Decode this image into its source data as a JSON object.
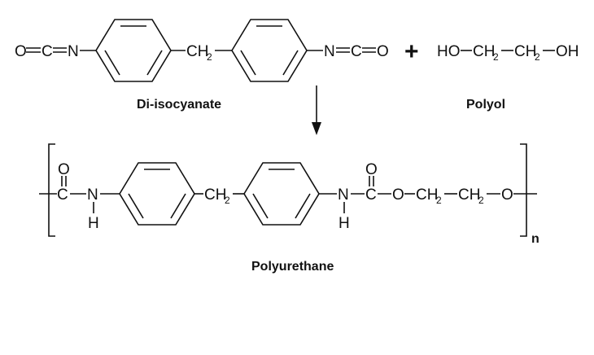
{
  "reactants": {
    "diisocyanate_label": "Di-isocyanate",
    "polyol_label": "Polyol",
    "left_group": "O=C=N",
    "right_group": "N=C=O",
    "bridge": "CH",
    "bridge_sub": "2",
    "plus": "+",
    "polyol_formula": {
      "ho": "HO",
      "ch2a": "CH",
      "ch2a_sub": "2",
      "ch2b": "CH",
      "ch2b_sub": "2",
      "oh": "OH"
    }
  },
  "product": {
    "label": "Polyurethane",
    "repeat_n": "n",
    "carbonyl_o": "O",
    "carbon": "C",
    "nitrogen": "N",
    "hydrogen": "H",
    "bridge": "CH",
    "bridge_sub": "2",
    "ester_o": "O",
    "ch2a": "CH",
    "ch2a_sub": "2",
    "ch2b": "CH",
    "ch2b_sub": "2",
    "end_o": "O"
  }
}
